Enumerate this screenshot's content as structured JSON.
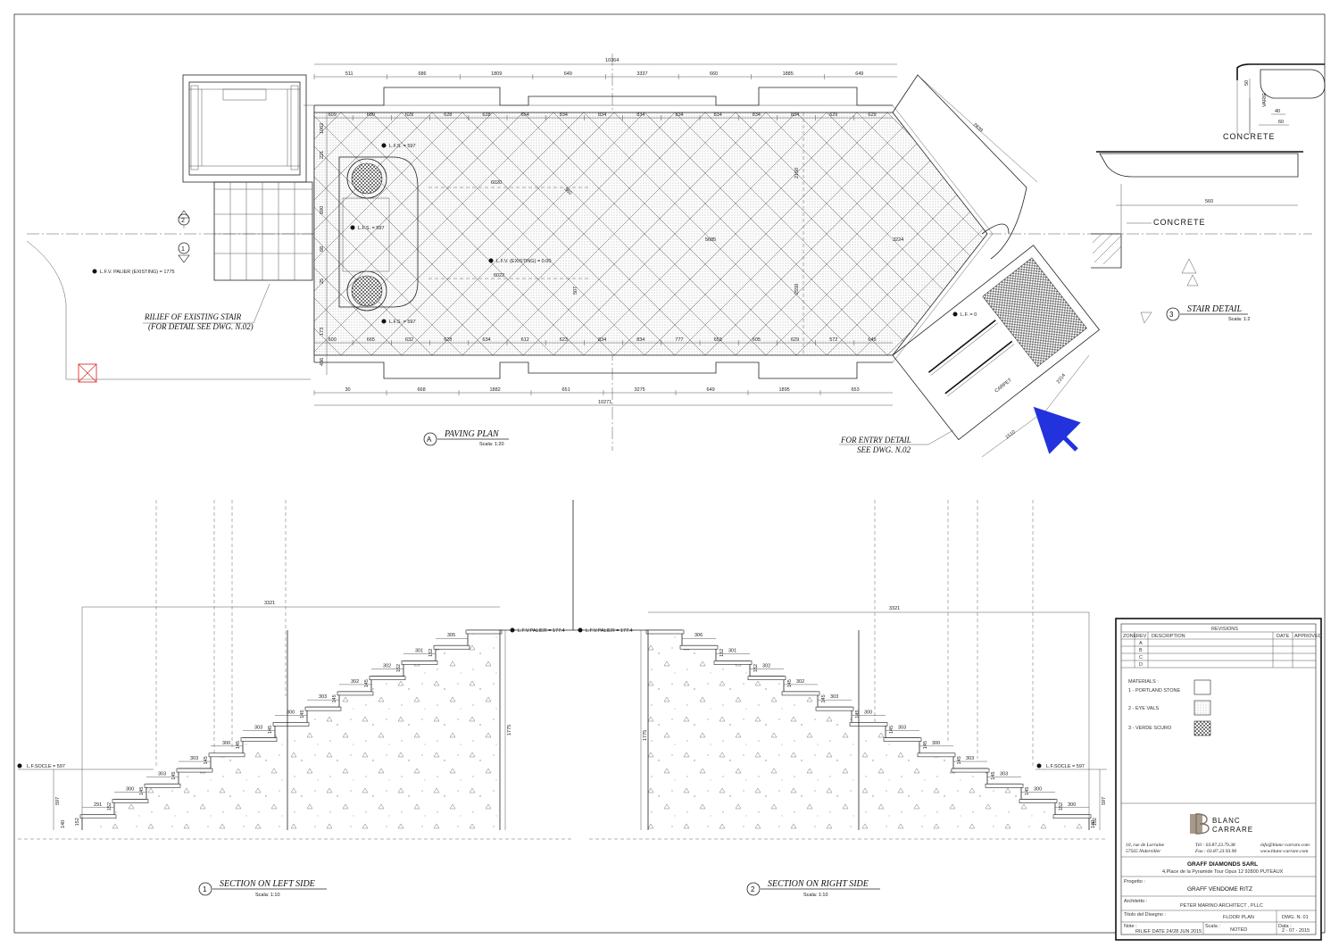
{
  "paving_plan": {
    "marker": "A",
    "title": "PAVING PLAN",
    "scale": "Scala: 1:20",
    "overall_top": "10364",
    "overall_bottom": "10271",
    "top_dims": [
      "511",
      "686",
      "1809",
      "649",
      "3337",
      "660",
      "1885",
      "649"
    ],
    "bottom_dims": [
      "30",
      "668",
      "1882",
      "651",
      "3275",
      "649",
      "1895",
      "653"
    ],
    "top_tiles": [
      "609",
      "680",
      "628",
      "628",
      "628",
      "654",
      "834",
      "834",
      "834",
      "834",
      "834",
      "834",
      "834",
      "629",
      "629"
    ],
    "bottom_tiles": [
      "600",
      "665",
      "632",
      "628",
      "634",
      "612",
      "623",
      "834",
      "834",
      "777",
      "653",
      "605",
      "629",
      "572",
      "645"
    ],
    "left_dims": [
      "1062",
      "221",
      "690",
      "68",
      "25",
      "173",
      "436"
    ],
    "lfs_top": "L.F.S. = 597",
    "lfs_mid": "L.F.S. = 597",
    "lfs_bottom": "L.F.S. = 597",
    "lfv_existing": "L.F.V. (EXISTING) = 0.00",
    "lf_entry": "L.F. = 0",
    "lfv_palier": "L.F.V. PALIER (EXISTING) = 1775",
    "dim_6020": "6020",
    "dim_6022": "6022",
    "dim_2150": "2150",
    "dim_2550": "2550",
    "dim_5685": "5685",
    "dim_3224": "3224",
    "dim_380": "380",
    "dim_507": "507",
    "entry_dims": [
      "2839",
      "2314",
      "1510"
    ],
    "carpet_label": "CARPET",
    "stair_note_1": "RILIEF OF EXISTING STAIR",
    "stair_note_2": "(FOR DETAIL SEE DWG. N.02)",
    "entry_note_1": "FOR ENTRY DETAIL",
    "entry_note_2": "SEE DWG. N.02",
    "section_markers": [
      "2",
      "1"
    ]
  },
  "stair_detail": {
    "marker": "3",
    "title": "STAIR DETAIL",
    "scale": "Scala: 1:2",
    "concrete_1": "CONCRETE",
    "concrete_2": "CONCRETE",
    "dims": [
      "50",
      "40",
      "60",
      "560"
    ],
    "vertical_label": "VARIE"
  },
  "section_left": {
    "marker": "1",
    "title": "SECTION ON LEFT SIDE",
    "scale": "Scala: 1:10",
    "overall": "3321",
    "tread_dims": [
      "291",
      "300",
      "303",
      "303",
      "300",
      "303",
      "300",
      "303",
      "302",
      "302",
      "301",
      "305"
    ],
    "riser_dims": [
      "152",
      "152",
      "145",
      "145",
      "145",
      "145",
      "145",
      "145",
      "145",
      "145",
      "152",
      "152"
    ],
    "height": "1775",
    "left_height": "597",
    "base": "140",
    "lf_socle": "L.F.SOCLE = 597",
    "lfv_palier": "L.F.V.PALIER = 177.4"
  },
  "section_right": {
    "marker": "2",
    "title": "SECTION ON RIGHT SIDE",
    "scale": "Scala: 1:10",
    "overall": "3321",
    "tread_dims": [
      "300",
      "300",
      "303",
      "303",
      "300",
      "303",
      "300",
      "303",
      "302",
      "302",
      "301",
      "306"
    ],
    "riser_dims": [
      "152",
      "152",
      "145",
      "145",
      "145",
      "145",
      "145",
      "145",
      "145",
      "145",
      "152",
      "152"
    ],
    "height": "1775",
    "right_height": "597",
    "base": "140",
    "lf_socle": "L.F.SOCLE = 597",
    "lfv_palier": "L.F.V.PALIER = 177.4"
  },
  "title_block": {
    "revisions_title": "REVISIONS",
    "rev_headers": [
      "ZONE",
      "REV",
      "DESCRIPTION",
      "DATE",
      "APPROVED"
    ],
    "rev_rows": [
      "A",
      "B",
      "C",
      "D"
    ],
    "materials_title": "MATERIALS :",
    "materials": [
      "1 - PORTLAND STONE",
      "2 - EYE VALS",
      "3 - VERDE SCURO"
    ],
    "logo_line1": "BLANC",
    "logo_line2": "CARRARE",
    "address_1": "10, rue de Lorraine",
    "address_2": "57565 Niderviller",
    "phone_1": "Tél : 03.87.23.79.38",
    "phone_2": "Fax : 03.87.23.93.90",
    "email": "info@blanc-carrare.com",
    "web": "www.blanc-carrare.com",
    "client_name": "GRAFF DIAMONDS SARL",
    "client_address": "4,Place de la Pyramide Tour Opus 12 92800 PUTEAUX",
    "progetto_label": "Progetto :",
    "project": "GRAFF VENDOME RITZ",
    "architetto_label": "Architetto :",
    "architect": "PETER MARINO ARCHITECT , PLLC",
    "titolo_label": "Titolo del Disegno :",
    "drawing_title": "FLOOR PLAN",
    "dwg_no": "DWG. N. 01",
    "note_label": "Note :",
    "note": "RILIEF DATE 24/28 JUN 2015",
    "scala_label": "Scala :",
    "scala": "NOTED",
    "data_label": "Data :",
    "date": "2 - 07 - 2015"
  }
}
